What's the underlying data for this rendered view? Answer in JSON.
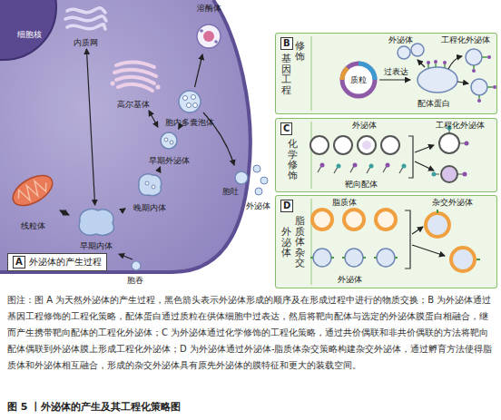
{
  "diagram": {
    "title": "图 5 丨外泌体的产生及其工程化策略图",
    "caption": "图注：图 A 为天然外泌体的产生过程，黑色箭头表示外泌体形成的顺序及在形成过程中进行的物质交换；B 为外泌体通过基因工程修饰的工程化策略，配体蛋白通过质粒在供体细胞中过表达，然后将靶向配体与选定的外泌体膜蛋白相融合，继而产生携带靶向配体的工程化外泌体；C 为外泌体通过化学修饰的工程化策略，通过共价偶联和非共价偶联的方法将靶向配体偶联到外泌体膜上形成工程化外泌体；D 为外泌体通过外泌体-脂质体杂交策略构建杂交外泌体，通过孵育方法使得脂质体和外泌体相互融合，形成的杂交外泌体具有原先外泌体的膜特征和更大的装载空间。",
    "nodes": [
      {
        "text": [
          "细胞核"
        ]
      },
      {
        "text": [
          "内质网"
        ]
      },
      {
        "text": [
          "溶酶体"
        ]
      },
      {
        "text": [
          "高尔基体"
        ]
      },
      {
        "text": [
          "胞内多囊泡体"
        ]
      },
      {
        "text": [
          "早期外泌体"
        ]
      },
      {
        "text": [
          "线粒体"
        ]
      },
      {
        "text": [
          "晚期内体"
        ]
      },
      {
        "text": [
          "早期内体"
        ]
      },
      {
        "text": [
          "A",
          "外泌体的产生过程"
        ]
      },
      {
        "text": [
          "B",
          "基因工程",
          "修饰"
        ]
      },
      {
        "text": [
          "C",
          "化学修饰"
        ]
      },
      {
        "text": [
          "D",
          "外泌体",
          "脂质体杂交"
        ]
      }
    ],
    "edges": [
      {
        "from": 8,
        "to": 7,
        "arrow": "to"
      },
      {
        "from": 7,
        "to": 5,
        "arrow": "to"
      },
      {
        "from": 5,
        "to": 4,
        "arrow": "to"
      },
      {
        "from": 4,
        "to": 2,
        "arrow": "to"
      },
      {
        "from": 6,
        "to": 8,
        "arrow": "both"
      },
      {
        "from": 1,
        "to": 8,
        "arrow": "both"
      },
      {
        "from": 3,
        "to": 5,
        "arrow": "both"
      }
    ],
    "labels": [
      "胞吐",
      "外泌体",
      "胞吞",
      "外泌体",
      "工程化外泌体",
      "质粒",
      "过表达",
      "配体蛋白",
      "外泌体",
      "工程化外泌体",
      "靶向配体",
      "脂质体",
      "杂交外泌体",
      "外泌体"
    ]
  }
}
